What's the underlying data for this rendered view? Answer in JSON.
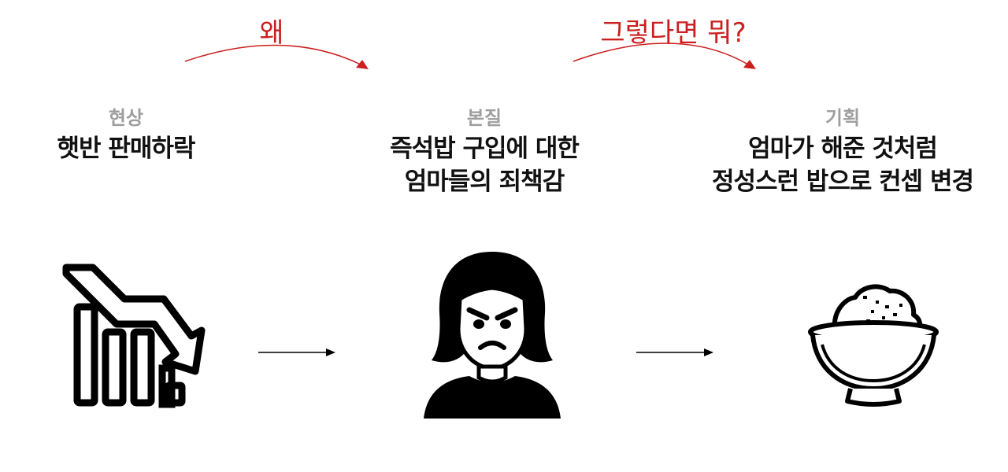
{
  "arrows_top": [
    {
      "label": "왜"
    },
    {
      "label": "그렇다면 뭐?"
    }
  ],
  "columns": [
    {
      "label": "현상",
      "title_lines": [
        "햇반 판매하락"
      ],
      "icon": "declining-bar-chart-icon"
    },
    {
      "label": "본질",
      "title_lines": [
        "즉석밥 구입에 대한",
        "엄마들의 죄책감"
      ],
      "icon": "angry-woman-icon"
    },
    {
      "label": "기획",
      "title_lines": [
        "엄마가 해준 것처럼",
        "정성스런 밥으로 컨셉 변경"
      ],
      "icon": "rice-bowl-icon"
    }
  ],
  "colors": {
    "accent": "#cc1f1f",
    "label": "#9e9e9e",
    "title": "#111111",
    "icon": "#000000"
  }
}
